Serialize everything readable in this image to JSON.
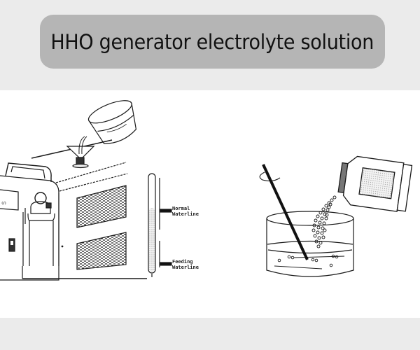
{
  "header": {
    "title": "HHO generator electrolyte solution"
  },
  "diagram": {
    "left_figure": {
      "description": "Pouring electrolyte into HHO generator via funnel",
      "labels": {
        "normal_waterline_1": "Normal",
        "normal_waterline_2": "Waterline",
        "feeding_waterline_1": "Feeding",
        "feeding_waterline_2": "Waterline"
      }
    },
    "right_figure": {
      "description": "Pouring electrolyte granules from jar into beaker of water while stirring"
    }
  },
  "colors": {
    "background": "#ebebeb",
    "pill": "#b5b5b5",
    "panel": "#ffffff",
    "ink": "#1a1a1a"
  }
}
